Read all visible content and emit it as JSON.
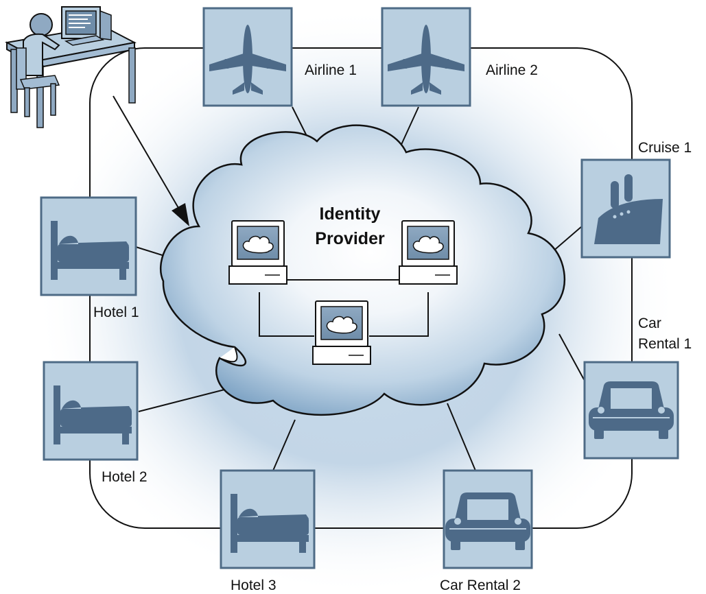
{
  "center_title_line1": "Identity",
  "center_title_line2": "Provider",
  "nodes": {
    "airline1": "Airline 1",
    "airline2": "Airline 2",
    "cruise1": "Cruise 1",
    "car_rental1_line1": "Car",
    "car_rental1_line2": "Rental 1",
    "car_rental2": "Car Rental 2",
    "hotel1": "Hotel 1",
    "hotel2": "Hotel 2",
    "hotel3": "Hotel 3"
  },
  "colors": {
    "cloud_center": "#ffffff",
    "cloud_edge": "#87a9c8",
    "box_fill": "#b9cfe0",
    "box_border": "#4e6b86",
    "icon_fill": "#4d6a88",
    "halo": "#9fbcd6"
  },
  "icons": {
    "user": "user-at-desk-icon",
    "airline": "airplane-icon",
    "cruise": "cruise-ship-icon",
    "car": "car-icon",
    "hotel": "bed-icon",
    "server": "computer-icon"
  }
}
